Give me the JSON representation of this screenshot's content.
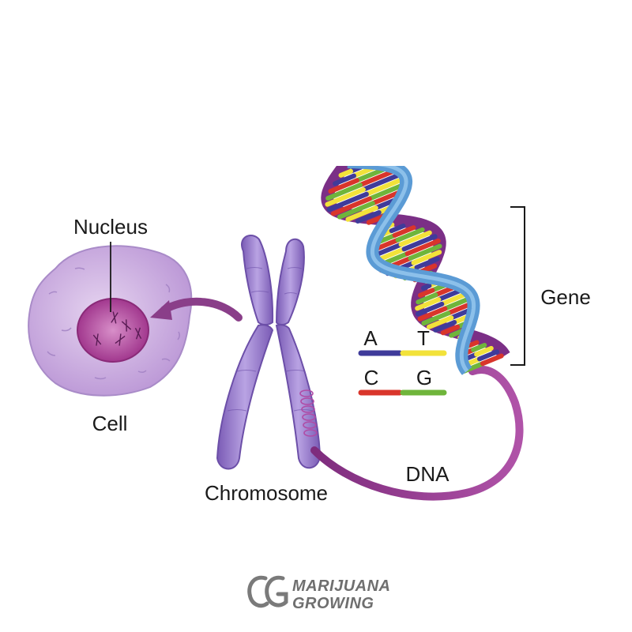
{
  "labels": {
    "nucleus": "Nucleus",
    "cell": "Cell",
    "chromosome": "Chromosome",
    "dna": "DNA",
    "gene": "Gene"
  },
  "base_pairs": [
    {
      "left": "A",
      "right": "T",
      "left_color": "#3f3b9a",
      "right_color": "#f2e23a"
    },
    {
      "left": "C",
      "right": "G",
      "left_color": "#d9352b",
      "right_color": "#6fb53b"
    }
  ],
  "logo": {
    "mark": "CG",
    "line1": "MARIJUANA",
    "line2": "GROWING"
  },
  "colors": {
    "cell": "#c8a8df",
    "nucleus": "#a83c93",
    "chromosome": "#8d70c4",
    "dna_strand": "#9a3f95",
    "helix_backbone": "#5b9bd5",
    "base_blue": "#3f3b9a",
    "base_yellow": "#f2e23a",
    "base_red": "#d9352b",
    "base_green": "#6fb53b"
  }
}
